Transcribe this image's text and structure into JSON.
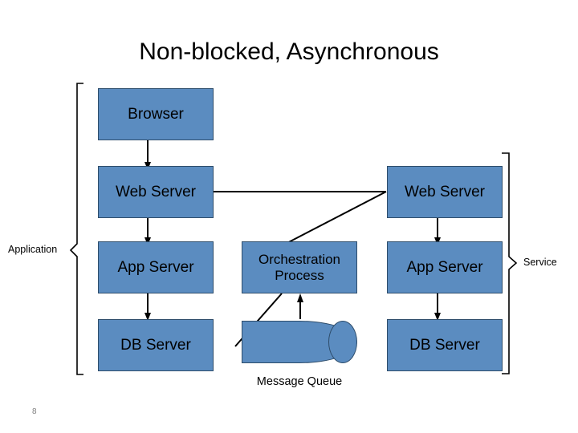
{
  "slide": {
    "title": "Non-blocked, Asynchronous",
    "page_number": "8"
  },
  "boxes": {
    "browser": "Browser",
    "web_server_left": "Web Server",
    "web_server_right": "Web Server",
    "app_server_left": "App Server",
    "app_server_right": "App Server",
    "orchestration": "Orchestration Process",
    "db_server_left": "DB Server",
    "db_server_right": "DB Server",
    "message_queue_caption": "Message Queue"
  },
  "brackets": {
    "application": "Application",
    "service": "Service"
  },
  "colors": {
    "box_fill": "#5b8cc0",
    "box_border": "#2e4d6b",
    "connector": "#000000",
    "title_text": "#000000",
    "page_number_text": "#7f7f7f"
  }
}
